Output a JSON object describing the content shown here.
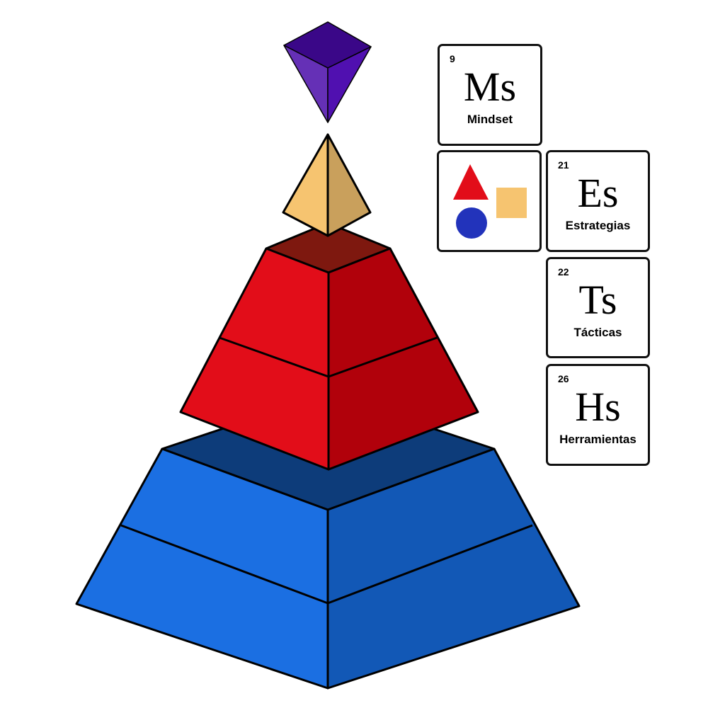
{
  "colors": {
    "purple_top": "#3a0788",
    "purple_left": "#6530b6",
    "purple_right": "#5010b0",
    "gold_left": "#f6c470",
    "gold_right": "#c9a05c",
    "red_top": "#7e180f",
    "red_left": "#e20d19",
    "red_right": "#b1010b",
    "blue_top": "#0d3c7a",
    "blue_left": "#1b6fe2",
    "blue_right": "#1258b6"
  },
  "cards": [
    {
      "number": "9",
      "symbol": "Ms",
      "label": "Mindset"
    },
    {
      "number": "21",
      "symbol": "Es",
      "label": "Estrategias"
    },
    {
      "number": "22",
      "symbol": "Ts",
      "label": "Tácticas"
    },
    {
      "number": "26",
      "symbol": "Hs",
      "label": "Herramientas"
    }
  ]
}
